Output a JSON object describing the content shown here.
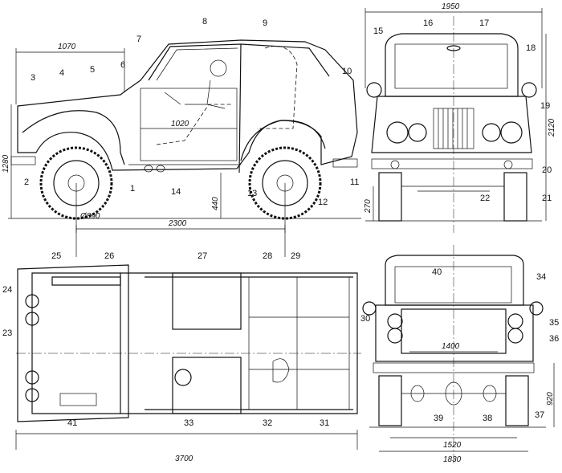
{
  "callouts": [
    "1",
    "2",
    "3",
    "4",
    "5",
    "6",
    "7",
    "8",
    "9",
    "10",
    "11",
    "12",
    "13",
    "14",
    "15",
    "16",
    "17",
    "18",
    "19",
    "20",
    "21",
    "22",
    "23",
    "24",
    "25",
    "26",
    "27",
    "28",
    "29",
    "30",
    "31",
    "32",
    "33",
    "34",
    "35",
    "36",
    "37",
    "38",
    "39",
    "40",
    "41"
  ],
  "dimensions": {
    "hood_length": "1070",
    "wheel_dia": "Ø890",
    "cabin_floor": "1020",
    "height_side": "1280",
    "ground_clear_side": "440",
    "wheelbase": "2300",
    "length": "3700",
    "width_top": "1950",
    "height_front": "2120",
    "ground_clear_front": "270",
    "tailgate_width": "1400",
    "track_rear": "1520",
    "width_rear": "1830",
    "rear_height": "920"
  }
}
